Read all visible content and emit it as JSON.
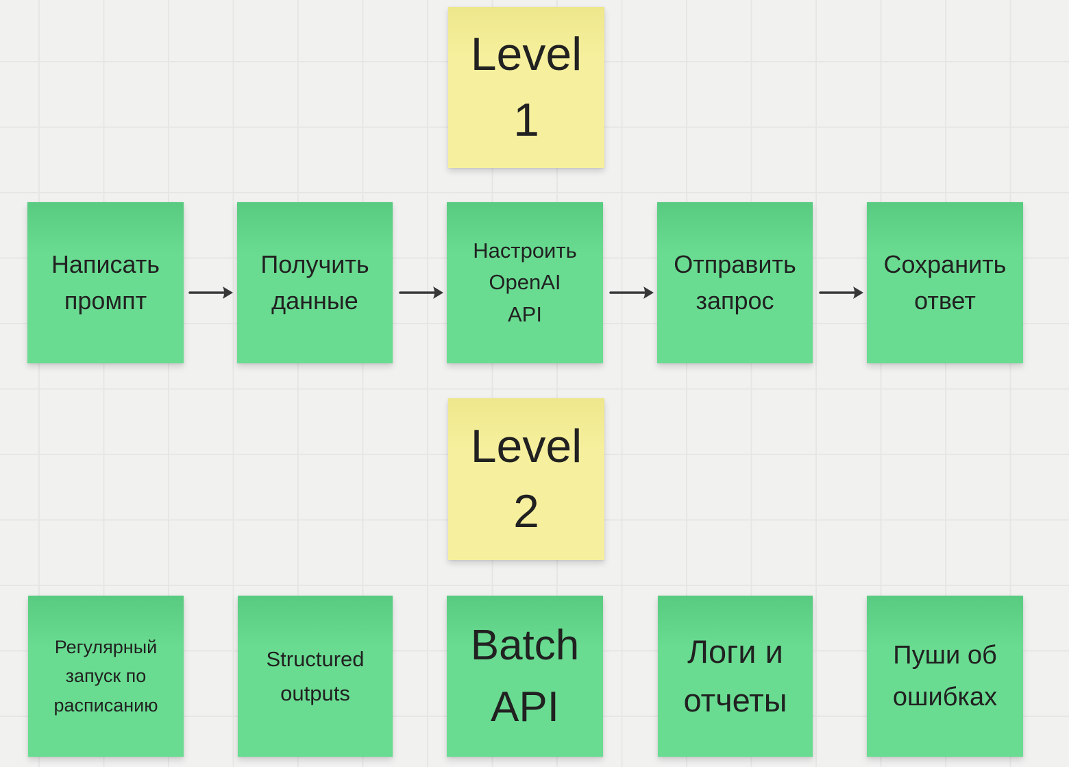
{
  "canvas": {
    "background_color": "#f1f1f0",
    "grid_line_color": "#e6e6e5"
  },
  "palette": {
    "sticky_green": "#69dc91",
    "sticky_green_top": "#58cb80",
    "sticky_yellow": "#f6f09e",
    "sticky_yellow_top": "#eee78c",
    "text_color": "#212121",
    "arrow_color": "#373737"
  },
  "level_tags": [
    {
      "id": "level-1",
      "text": "Level\n1",
      "color": "yellow"
    },
    {
      "id": "level-2",
      "text": "Level\n2",
      "color": "yellow"
    }
  ],
  "workflow_steps": [
    {
      "text": "Написать\nпромпт"
    },
    {
      "text": "Получить\nданные"
    },
    {
      "text": "Настроить\nOpenAI\nAPI"
    },
    {
      "text": "Отправить\nзапрос"
    },
    {
      "text": "Сохранить\nответ"
    }
  ],
  "connectors": [
    {
      "from_step": 1,
      "to_step": 2,
      "direction": "right"
    },
    {
      "from_step": 2,
      "to_step": 3,
      "direction": "right"
    },
    {
      "from_step": 3,
      "to_step": 4,
      "direction": "right"
    },
    {
      "from_step": 4,
      "to_step": 5,
      "direction": "right"
    }
  ],
  "level2_features": [
    {
      "text": "Регулярный\nзапуск по\nрасписанию"
    },
    {
      "text": "Structured\noutputs"
    },
    {
      "text": "Batch\nAPI"
    },
    {
      "text": "Логи и\nотчеты"
    },
    {
      "text": "Пуши об\nошибках"
    }
  ]
}
